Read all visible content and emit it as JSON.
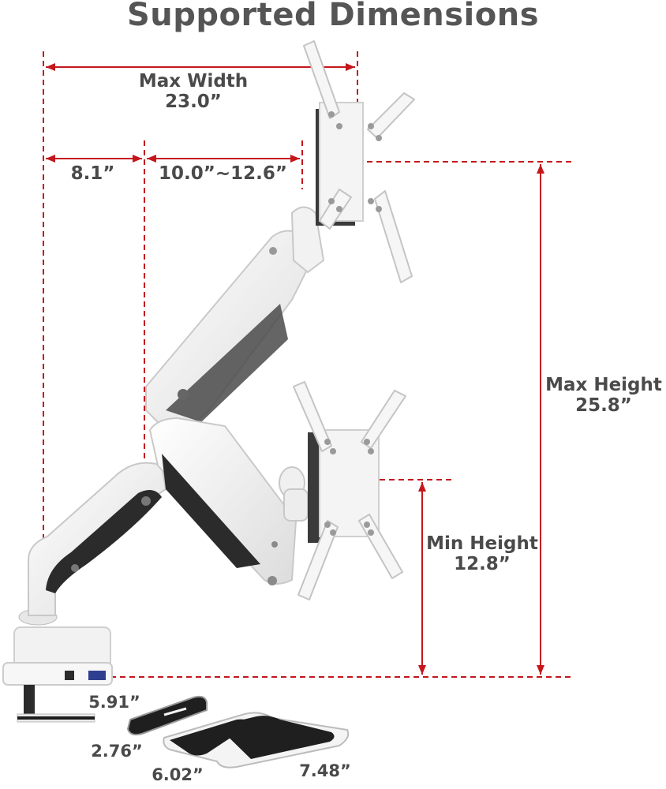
{
  "title": "Supported Dimensions",
  "dimensions": {
    "max_width": {
      "label": "Max Width",
      "value": "23.0”"
    },
    "pole_offset": {
      "value": "8.1”"
    },
    "arm_reach": {
      "value": "10.0”~12.6”"
    },
    "max_height": {
      "label": "Max Height",
      "value": "25.8”"
    },
    "min_height": {
      "label": "Min Height",
      "value": "12.8”"
    }
  },
  "base_plate": {
    "dim_a": "5.91”",
    "dim_b": "2.76”",
    "dim_c": "6.02”",
    "dim_d": "7.48”"
  },
  "colors": {
    "dimension_line": "#c4161c",
    "text": "#4a4a4a",
    "arm_body": "#f4f4f4",
    "arm_shadow": "#2b2b2b",
    "pad": "#1f1f1f"
  },
  "icons": {
    "product": "dual-gas-spring-monitor-arm-icon",
    "vesa_plate": "vesa-mount-plate-icon",
    "grommet_plate": "clamp-base-plate-icon"
  }
}
